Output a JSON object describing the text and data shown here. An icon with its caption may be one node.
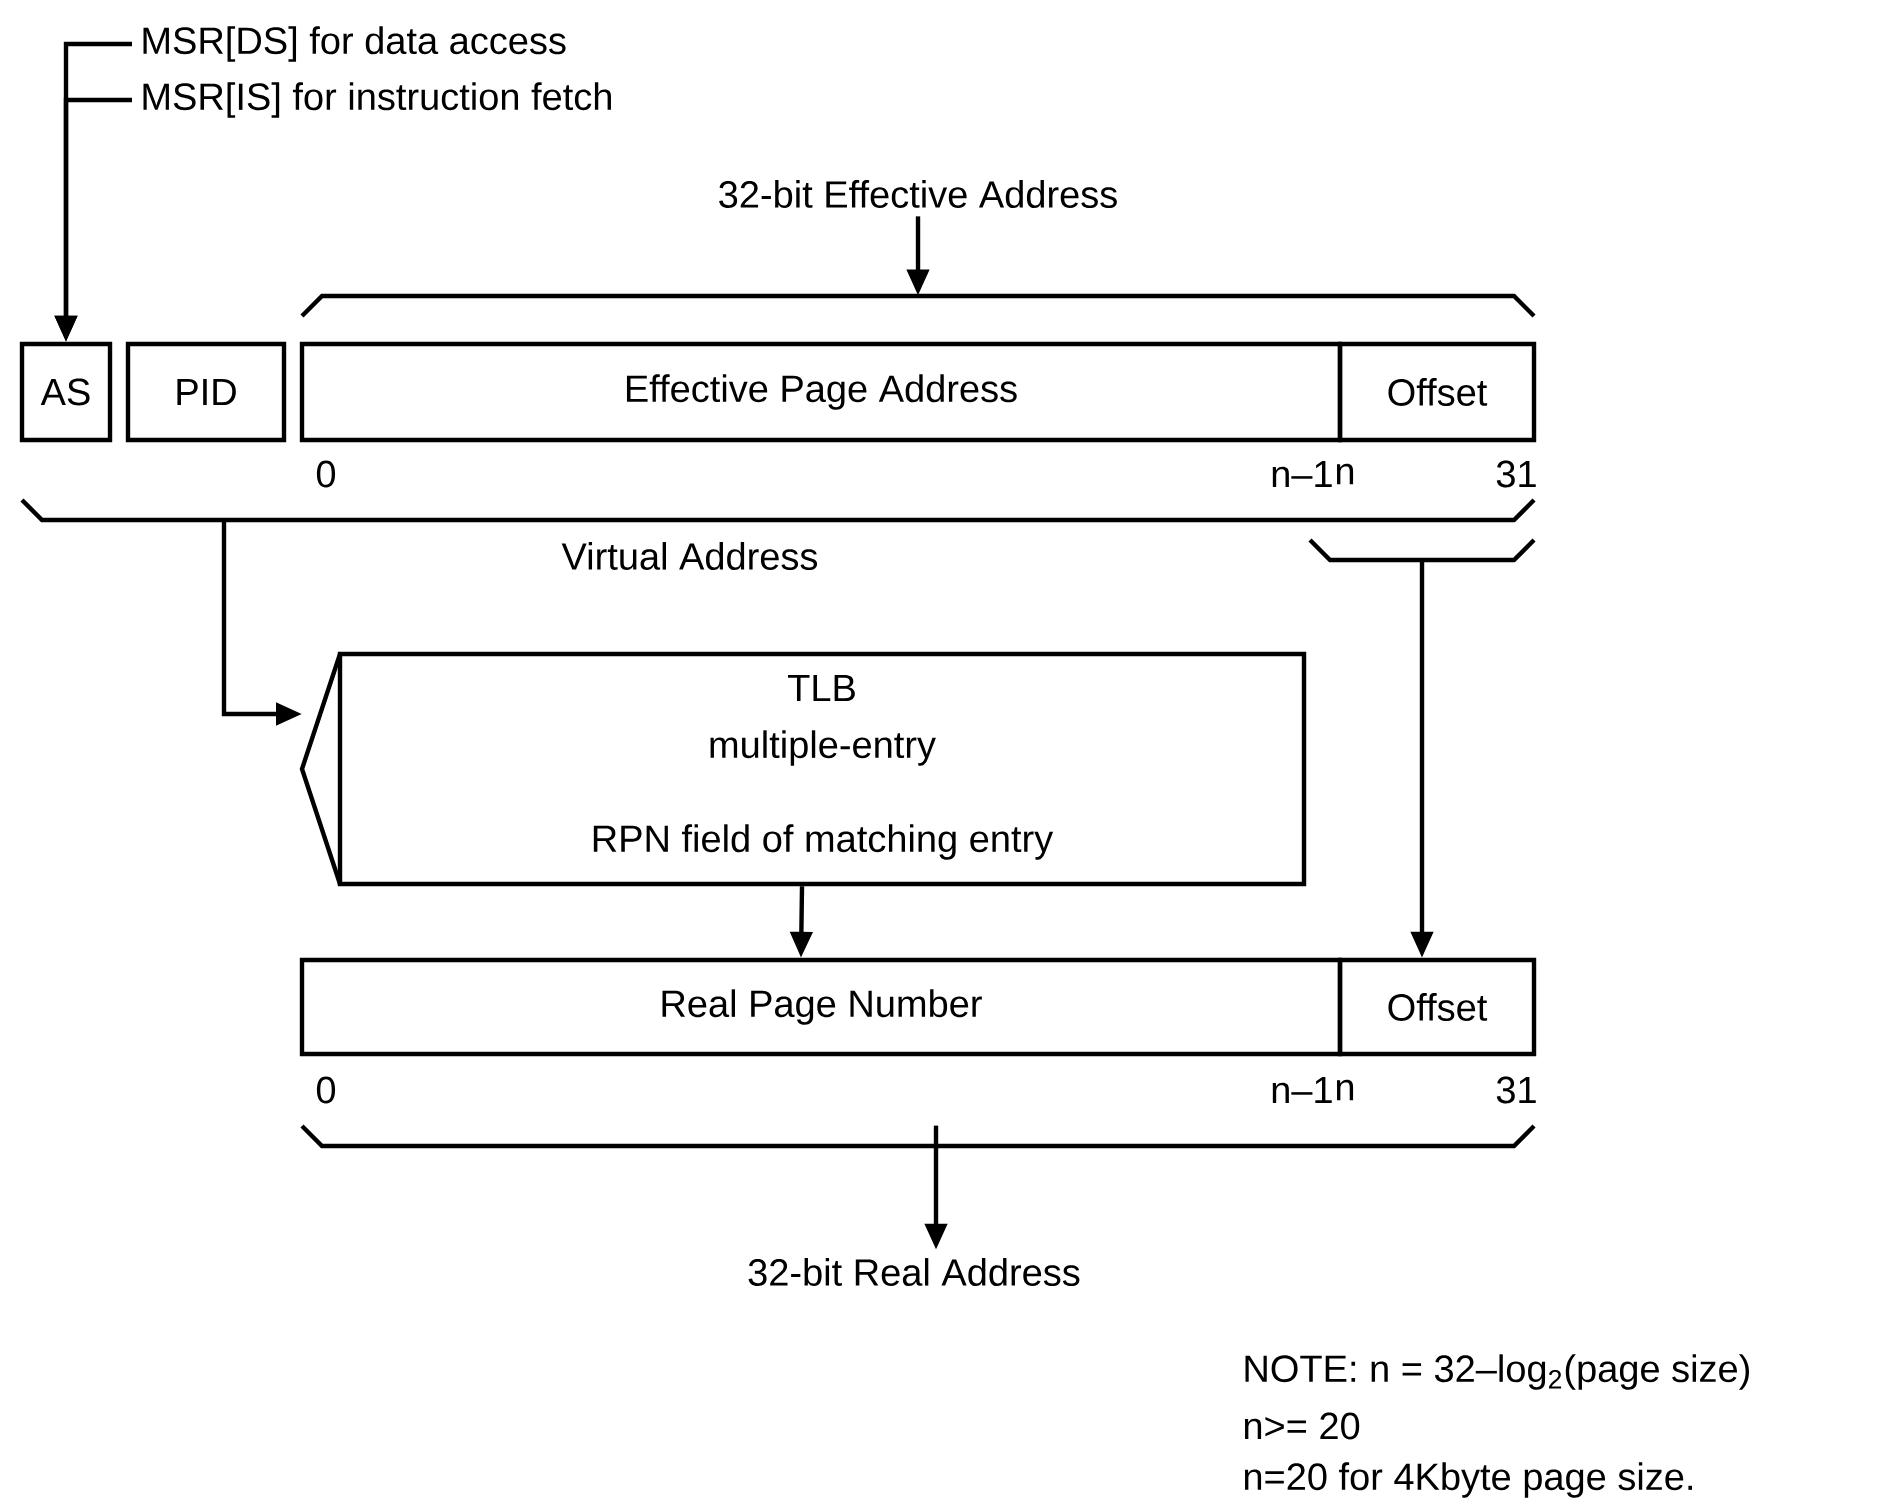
{
  "diagram": {
    "nodes": [
      {
        "text": [
          "MSR[DS] for data access"
        ]
      },
      {
        "text": [
          "MSR[IS] for instruction fetch"
        ]
      },
      {
        "text": [
          "32-bit Effective Address"
        ]
      },
      {
        "text": [
          "AS"
        ]
      },
      {
        "text": [
          "PID"
        ]
      },
      {
        "text": [
          "Effective Page Address"
        ]
      },
      {
        "text": [
          "Offset"
        ]
      },
      {
        "text": [
          "TLB",
          "multiple-entry",
          "RPN field of matching entry"
        ]
      },
      {
        "text": [
          "Real Page Number"
        ]
      },
      {
        "text": [
          "Offset"
        ]
      },
      {
        "text": [
          "32-bit Real Address"
        ]
      },
      {
        "text": [],
        "shape": "bracket"
      },
      {
        "text": [],
        "shape": "bracket"
      },
      {
        "text": [],
        "shape": "bracket"
      },
      {
        "text": [],
        "shape": "bracket"
      }
    ],
    "edges": [
      {
        "from": 0,
        "to": 3,
        "arrow": "to"
      },
      {
        "from": 1,
        "to": 3,
        "arrow": "to"
      },
      {
        "from": 2,
        "to": 11,
        "arrow": "to"
      },
      {
        "from": 12,
        "to": 7,
        "arrow": "to"
      },
      {
        "from": 13,
        "to": 9,
        "arrow": "to"
      },
      {
        "from": 7,
        "to": 8,
        "arrow": "to"
      },
      {
        "from": 14,
        "to": 10,
        "arrow": "to"
      }
    ],
    "labels": [
      "0",
      "n–1",
      "n",
      "31",
      "Virtual Address",
      "0",
      "n–1",
      "n",
      "31",
      "NOTE: n = 32–log$_{2}$(page size)",
      "n>= 20",
      "n=20 for 4Kbyte page size."
    ]
  }
}
